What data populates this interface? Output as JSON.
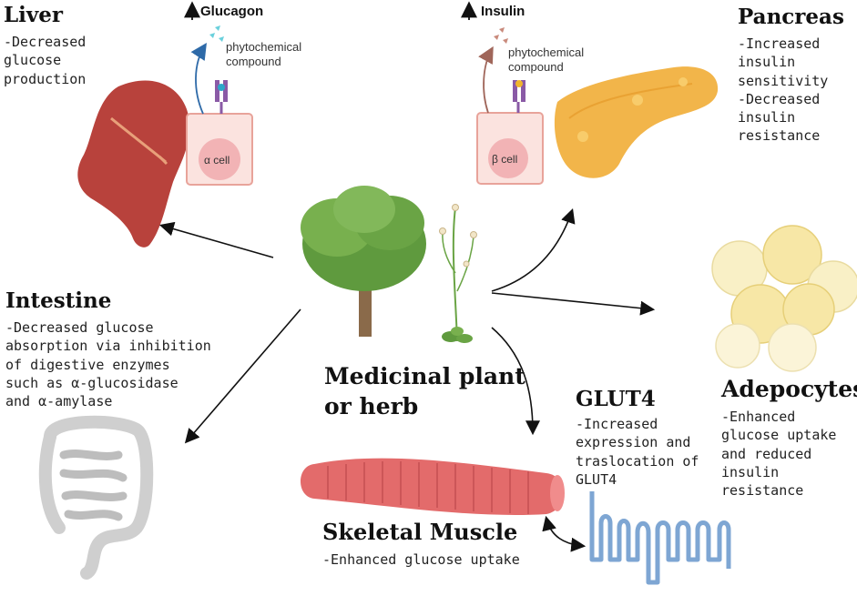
{
  "liver": {
    "title": "Liver",
    "desc": "-Decreased\nglucose\nproduction"
  },
  "glucagon": {
    "label": "Glucagon",
    "compound": "phytochemical\ncompound",
    "cell": "α cell"
  },
  "insulin": {
    "label": "Insulin",
    "compound": "phytochemical\ncompound",
    "cell": "β cell"
  },
  "pancreas": {
    "title": "Pancreas",
    "desc": "-Increased\ninsulin\nsensitivity\n-Decreased\ninsulin\nresistance"
  },
  "intestine": {
    "title": "Intestine",
    "desc": "-Decreased glucose\nabsorption via inhibition\nof digestive enzymes\nsuch as α-glucosidase\nand α-amylase"
  },
  "plant": {
    "title": "Medicinal plant\nor herb"
  },
  "glut4": {
    "title": "GLUT4",
    "desc": "-Increased\nexpression and\ntraslocation of\nGLUT4"
  },
  "adepocytes": {
    "title": "Adepocytes",
    "desc": "-Enhanced\nglucose uptake\nand reduced\ninsulin resistance"
  },
  "muscle": {
    "title": "Skeletal Muscle",
    "desc": "-Enhanced glucose uptake"
  },
  "colors": {
    "liver": "#b8423c",
    "pancreas": "#f2b54a",
    "cell_fill": "#fbe3df",
    "cell_border": "#e8a39a",
    "receptor": "#8a5aa6",
    "muscle": "#e36b6b",
    "glut4_protein": "#7ea6d3",
    "fat": "#f7e7a6",
    "tree": "#5f9a3e",
    "intestine": "#d7d7d7"
  }
}
